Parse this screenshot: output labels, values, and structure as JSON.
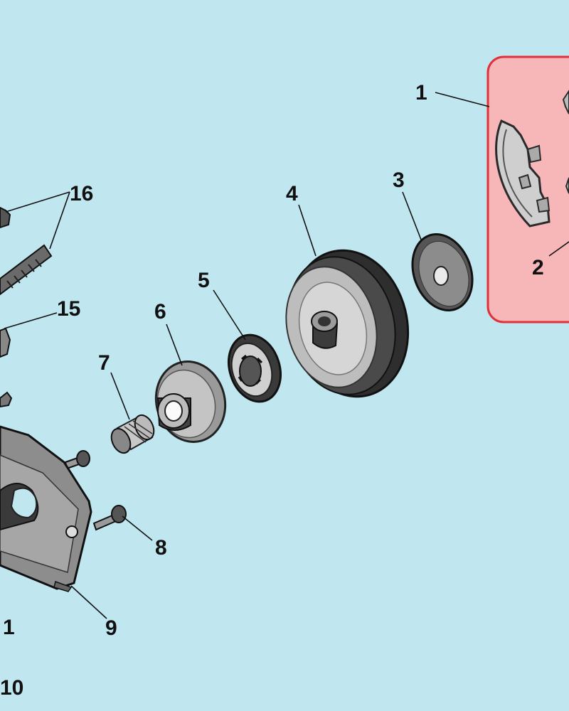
{
  "callouts": {
    "c1": "1",
    "c2": "2",
    "c3": "3",
    "c4": "4",
    "c5": "5",
    "c6": "6",
    "c7": "7",
    "c8": "8",
    "c9": "9",
    "c15": "15",
    "c16": "16",
    "c1_left": "1",
    "c10": "10"
  },
  "colors": {
    "background": "#c0e6f0",
    "highlight_fill": "#f7b6b8",
    "highlight_border": "#e0303a",
    "part_dark": "#3a3a3a",
    "part_mid": "#8a8a8a",
    "part_light": "#d2d2d2"
  }
}
